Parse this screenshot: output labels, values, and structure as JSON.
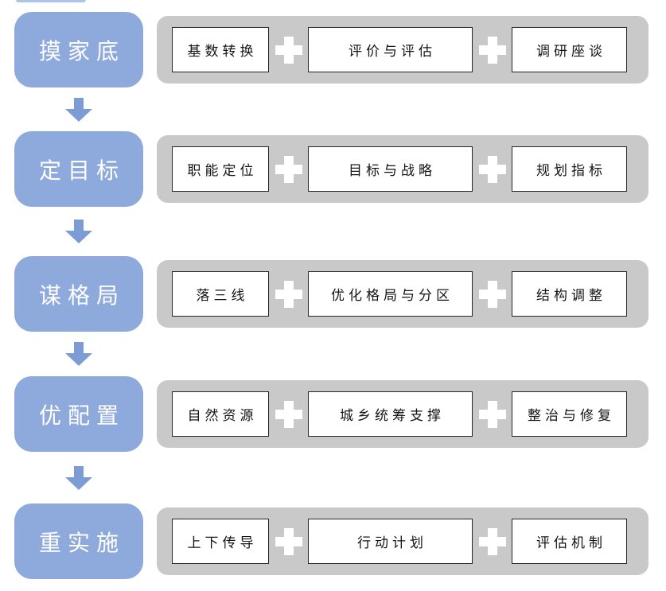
{
  "diagram": {
    "title": "territorial-planning-process-flow",
    "rows": [
      {
        "stage": "摸家底",
        "steps": [
          "基数转换",
          "评价与评估",
          "调研座谈"
        ]
      },
      {
        "stage": "定目标",
        "steps": [
          "职能定位",
          "目标与战略",
          "规划指标"
        ]
      },
      {
        "stage": "谋格局",
        "steps": [
          "落三线",
          "优化格局与分区",
          "结构调整"
        ]
      },
      {
        "stage": "优配置",
        "steps": [
          "自然资源",
          "城乡统筹支撑",
          "整治与修复"
        ]
      },
      {
        "stage": "重实施",
        "steps": [
          "上下传导",
          "行动计划",
          "评估机制"
        ]
      }
    ],
    "icons": {
      "plus-icon": "+",
      "arrow-down-icon": "↓"
    },
    "colors": {
      "stage_fill": "#8EA9DB",
      "arrow_fill": "#7D9BD4",
      "bar_fill": "#C9C9C9",
      "step_fill": "#FFFFFF",
      "step_border": "#262626",
      "stage_text": "#FFFFFF",
      "step_text": "#141414",
      "top_sliver": "#AEC3E8"
    }
  }
}
